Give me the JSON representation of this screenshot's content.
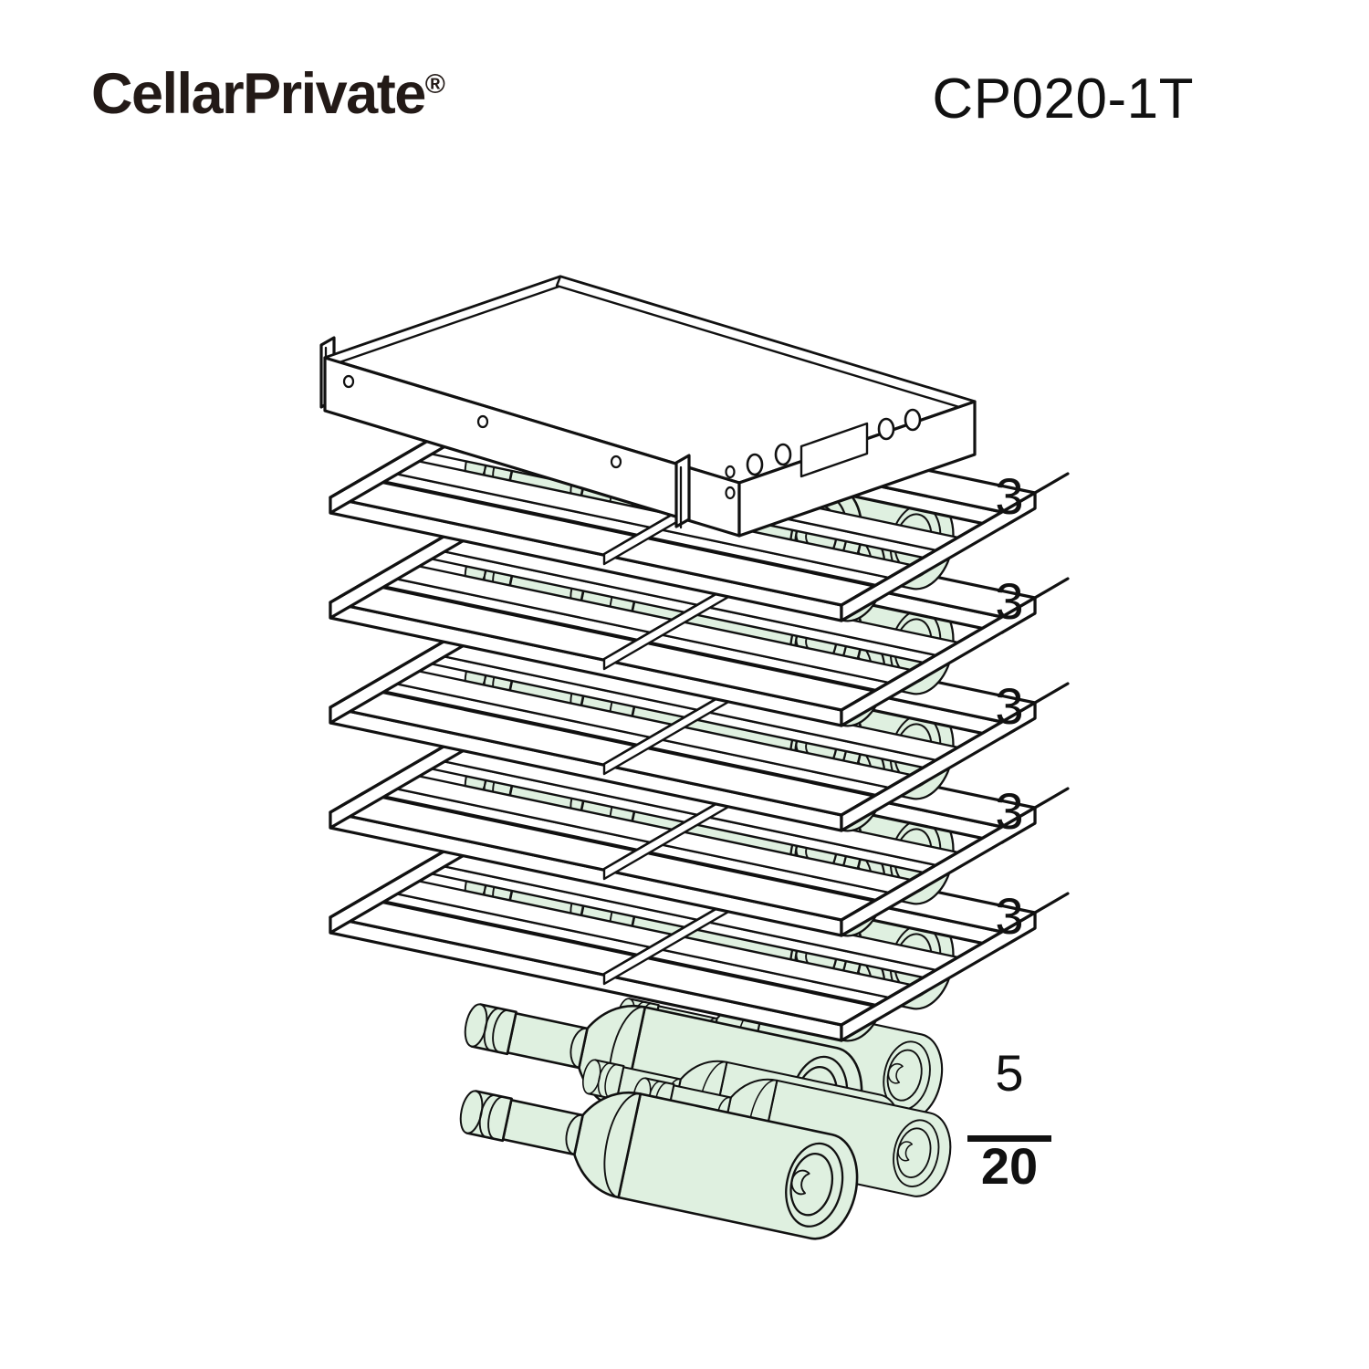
{
  "header": {
    "brand_name": "CellarPrivate",
    "brand_registered_mark": "®",
    "model_number": "CP020-1T"
  },
  "diagram": {
    "type": "exploded-isometric-line-drawing",
    "subject": "wine cabinet bottle capacity diagram",
    "cooling_unit": {
      "name": "cooling-unit",
      "display_panel": "display",
      "buttons": [
        "button-1",
        "button-2",
        "button-3",
        "button-4"
      ],
      "indicator_leds": [
        "led-1",
        "led-2"
      ]
    },
    "bottle_color": "#dff0e0",
    "bottle_outline_color": "#111111",
    "shelf_color": "#ffffff",
    "shelf_outline_color": "#111111",
    "shelves": [
      {
        "index": 1,
        "bottles": 3
      },
      {
        "index": 2,
        "bottles": 3
      },
      {
        "index": 3,
        "bottles": 3
      },
      {
        "index": 4,
        "bottles": 3
      },
      {
        "index": 5,
        "bottles": 3
      }
    ],
    "bottom_bin": {
      "index": 6,
      "bottles": 5
    }
  },
  "capacity": {
    "shelf_labels": [
      "3",
      "3",
      "3",
      "3",
      "3"
    ],
    "bin_label": "5",
    "total_label": "20"
  }
}
